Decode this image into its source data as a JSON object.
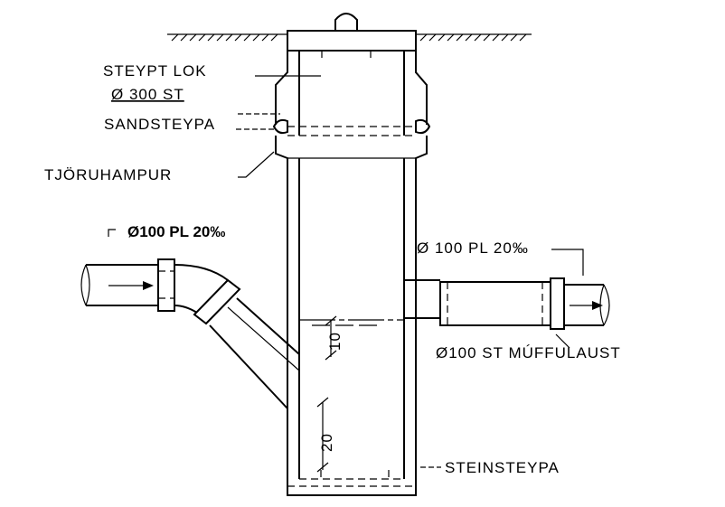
{
  "labels": {
    "cover": "STEYPT LOK",
    "pipe_main": "Ø 300 ST",
    "sand_concrete": "SANDSTEYPA",
    "tar_hemp": "TJÖRUHAMPUR",
    "inlet_left": "Ø100 PL 20‰",
    "inlet_right": "Ø 100 PL 20‰",
    "outlet": "Ø100 ST MÚFFULAUST",
    "base_concrete": "STEINSTEYPA",
    "dim_water": "10",
    "dim_base": "20"
  }
}
